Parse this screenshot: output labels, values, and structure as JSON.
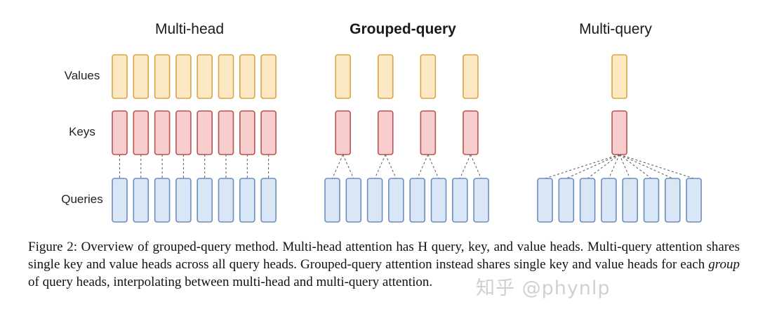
{
  "panels": [
    {
      "title": "Multi-head",
      "bold": false,
      "queries": 8,
      "keys": 8,
      "values": 8
    },
    {
      "title": "Grouped-query",
      "bold": true,
      "queries": 8,
      "keys": 4,
      "values": 4
    },
    {
      "title": "Multi-query",
      "bold": false,
      "queries": 8,
      "keys": 1,
      "values": 1
    }
  ],
  "row_labels": {
    "values": "Values",
    "keys": "Keys",
    "queries": "Queries"
  },
  "colors": {
    "values_fill": "#fde8c4",
    "values_stroke": "#d9a441",
    "keys_fill": "#f7cdcd",
    "keys_stroke": "#b85450",
    "queries_fill": "#d9e6f6",
    "queries_stroke": "#6c8ebf",
    "connector": "#555555"
  },
  "caption": {
    "part1": "Figure 2: Overview of grouped-query method. Multi-head attention has H query, key, and value heads. Multi-query attention shares single key and value heads across all query heads. Grouped-query attention instead shares single key and value heads for each ",
    "emph": "group",
    "part2": " of query heads, interpolating between multi-head and multi-query attention."
  },
  "watermark": "知乎 @phynlp"
}
